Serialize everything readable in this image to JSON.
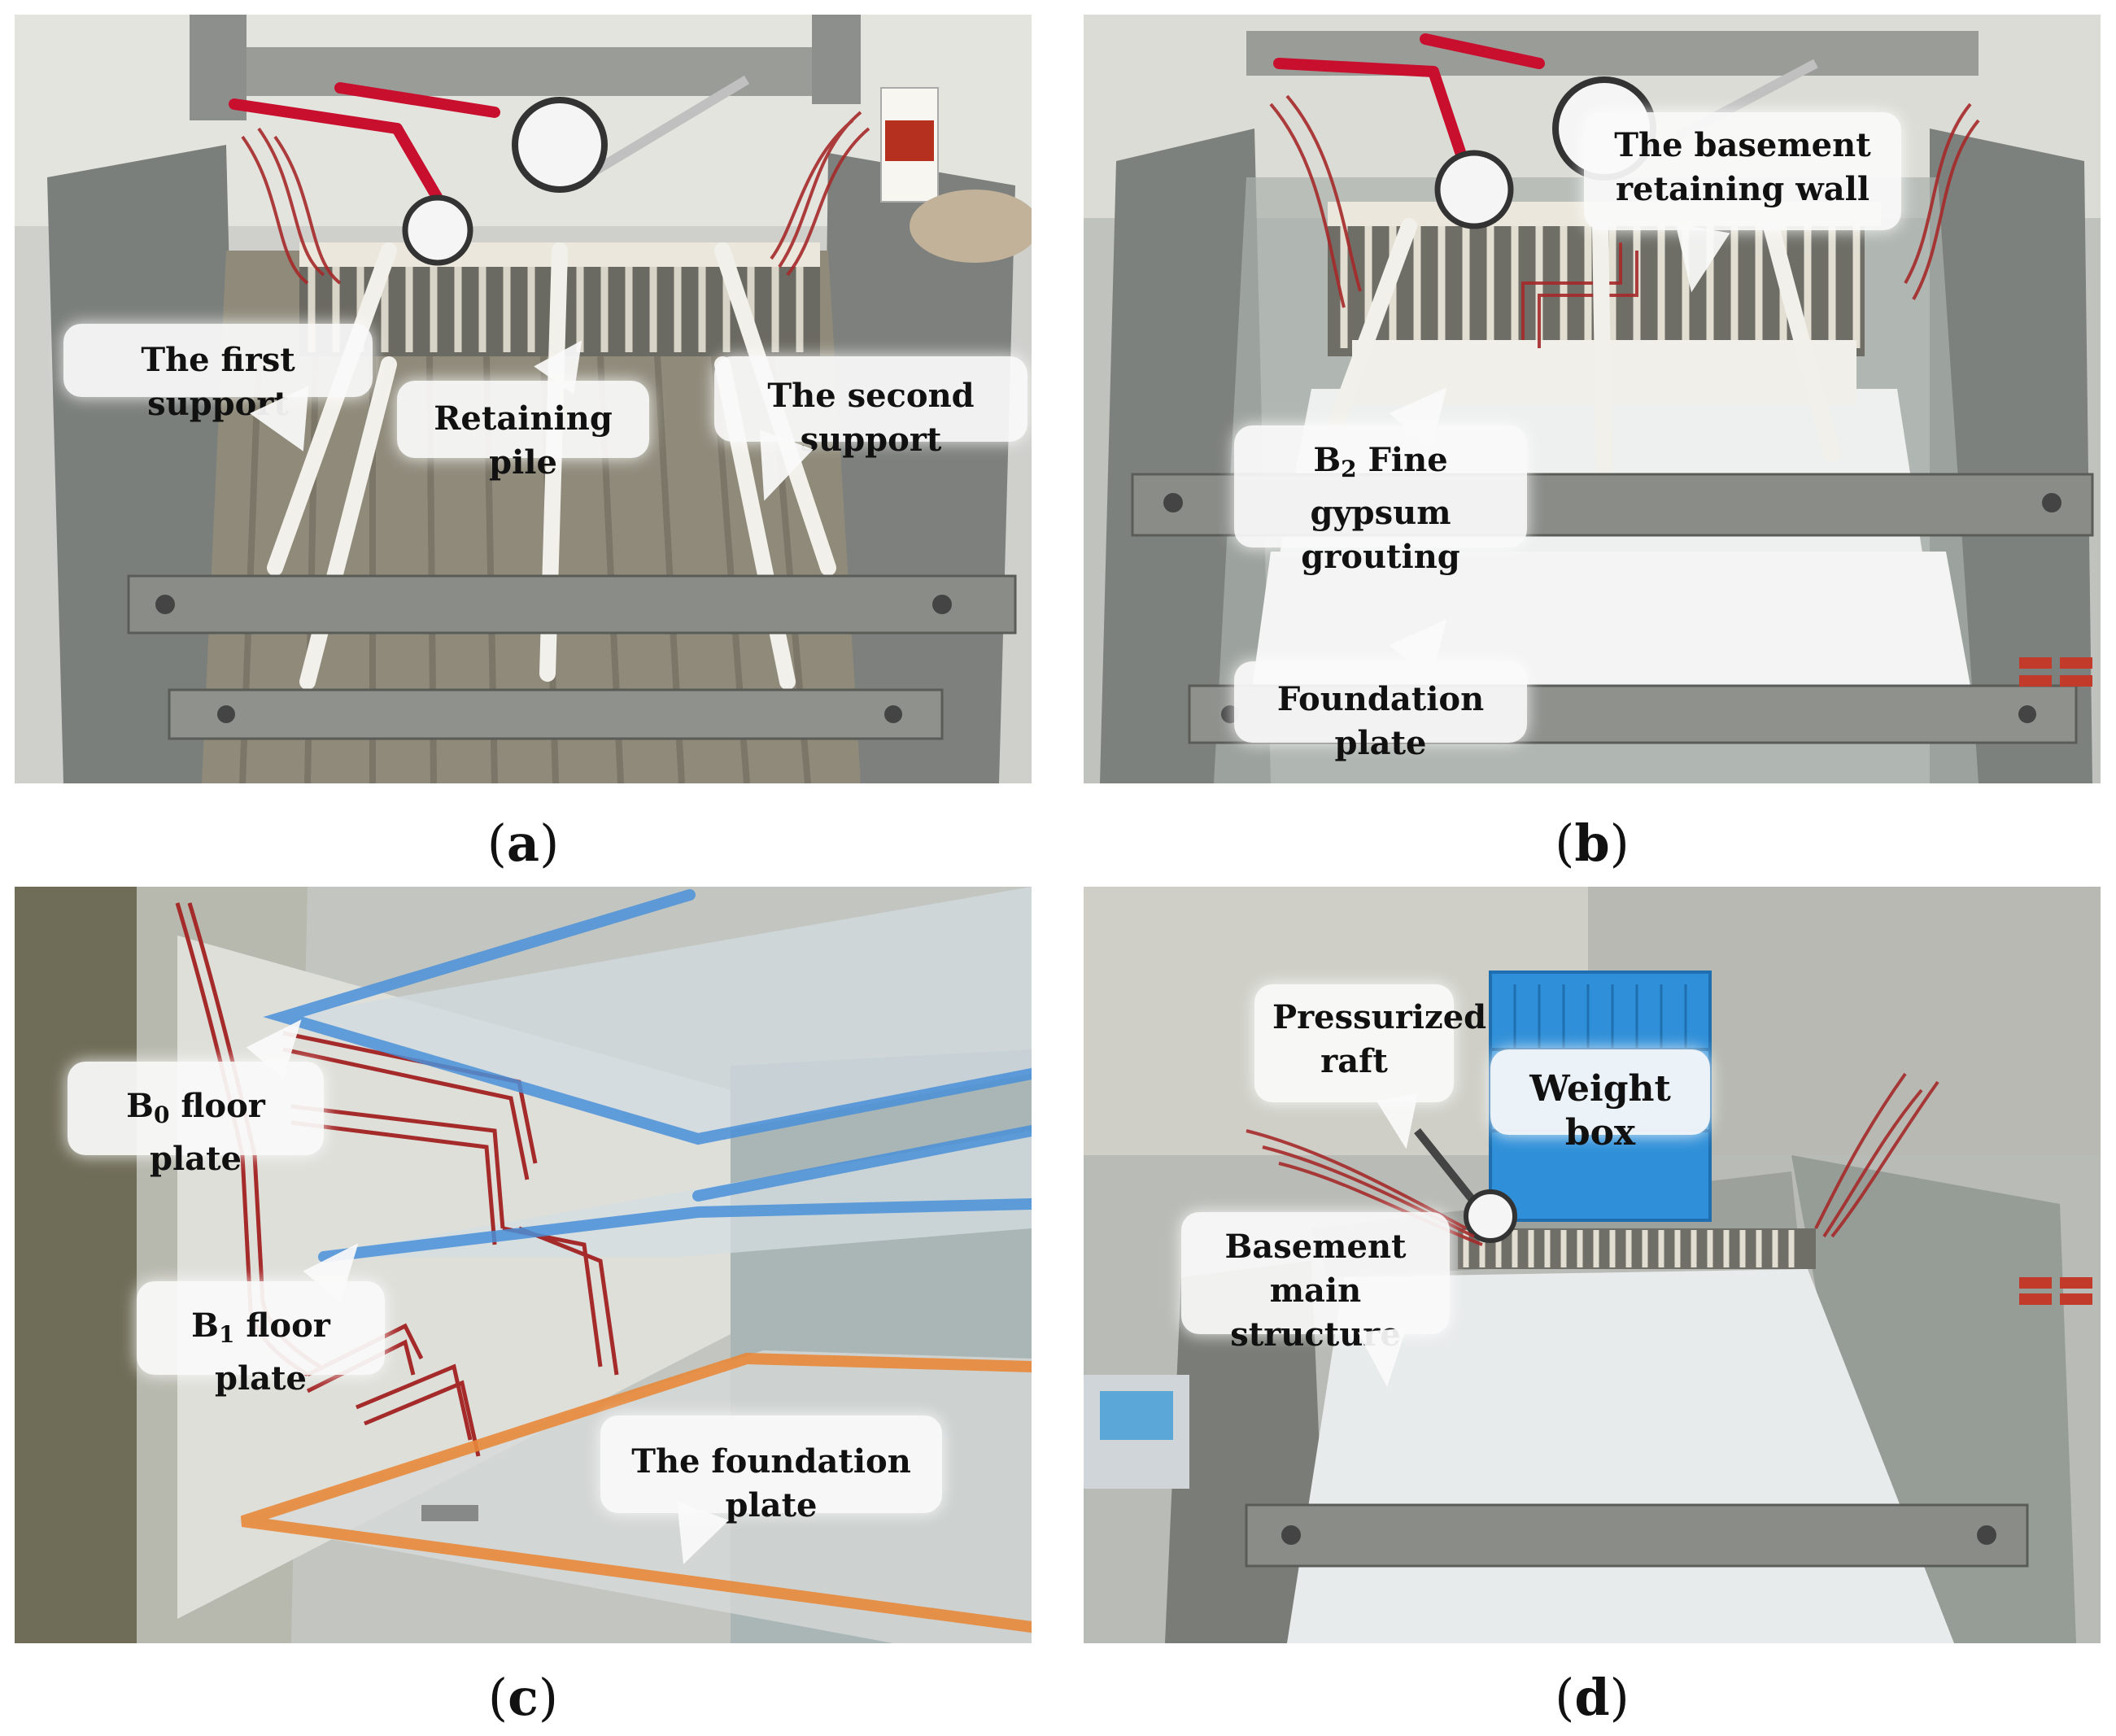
{
  "panels": {
    "a": {
      "label": "a",
      "callouts": {
        "first_support": "The first support",
        "retaining_pile": "Retaining pile",
        "second_support": "The second support"
      }
    },
    "b": {
      "label": "b",
      "callouts": {
        "retaining_wall_line1": "The basement",
        "retaining_wall_line2": "retaining wall",
        "grouting_b": "B",
        "grouting_sub": "2",
        "grouting_line1_rest": " Fine gypsum",
        "grouting_line2": "grouting",
        "foundation_plate": "Foundation plate"
      }
    },
    "c": {
      "label": "c",
      "callouts": {
        "b0_b": "B",
        "b0_sub": "0",
        "b0_rest": " floor plate",
        "b1_b": "B",
        "b1_sub": "1",
        "b1_rest": " floor plate",
        "foundation_plate": "The foundation plate"
      }
    },
    "d": {
      "label": "d",
      "callouts": {
        "raft_line1": "Pressurized",
        "raft_line2": "raft",
        "weight_box": "Weight box",
        "main_line1": "Basement",
        "main_line2": "main structure"
      }
    }
  },
  "colors": {
    "support_white": "#f2f0ea",
    "red_wire": "#a52a2a",
    "blue_outline": "#4a90d9",
    "orange_outline": "#e8883a",
    "weight_box_blue": "#2f8fd8"
  }
}
